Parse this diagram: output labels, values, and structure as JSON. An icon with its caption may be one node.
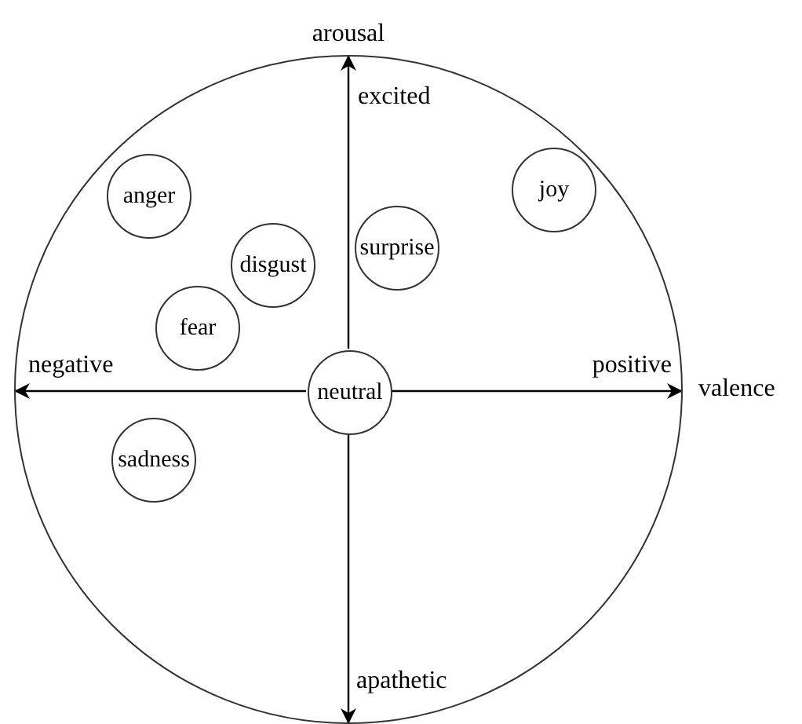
{
  "diagram": {
    "nodes": [
      {
        "text": [],
        "shape": "circle"
      },
      {
        "text": [
          "anger"
        ],
        "in": 0
      },
      {
        "text": [
          "joy"
        ],
        "in": 0
      },
      {
        "text": [
          "disgust"
        ],
        "in": 0
      },
      {
        "text": [
          "surprise"
        ],
        "in": 0
      },
      {
        "text": [
          "fear"
        ],
        "in": 0
      },
      {
        "text": [
          "neutral"
        ],
        "in": 0
      },
      {
        "text": [
          "sadness"
        ],
        "in": 0
      }
    ],
    "edges": [
      {
        "from": 6,
        "to": 0,
        "arrow": "to"
      },
      {
        "from": 6,
        "to": 0,
        "arrow": "to"
      },
      {
        "from": 6,
        "to": 0,
        "arrow": "to"
      },
      {
        "from": 6,
        "to": 0,
        "arrow": "to"
      }
    ],
    "labels": [
      "arousal",
      "excited",
      "negative",
      "positive",
      "valence",
      "apathetic"
    ]
  }
}
